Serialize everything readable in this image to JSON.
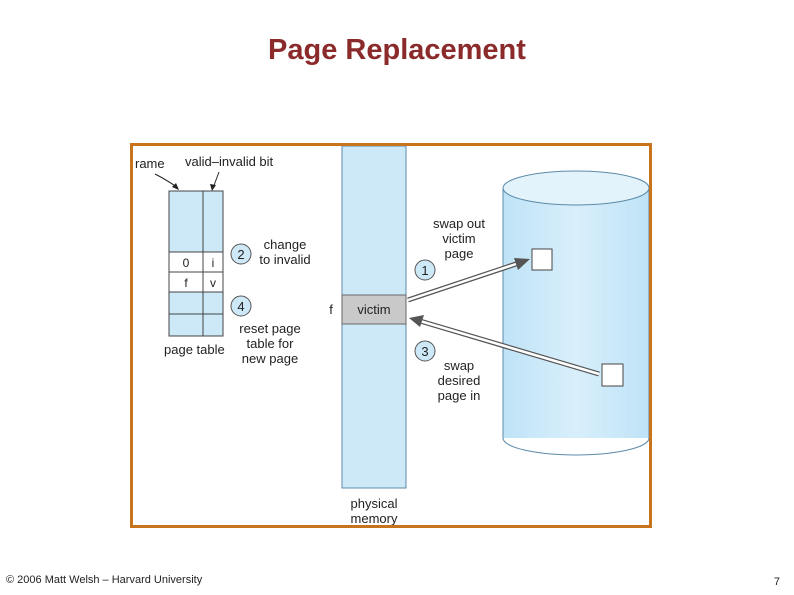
{
  "slide": {
    "title": "Page Replacement",
    "footer_left": "© 2006 Matt Welsh – Harvard University",
    "page_number": "7"
  },
  "diagram": {
    "labels": {
      "frame": "rame",
      "valid_invalid_bit": "valid–invalid bit",
      "page_table": "page table",
      "f_marker": "f",
      "victim": "victim",
      "physical": "physical",
      "memory": "memory"
    },
    "page_table_rows": [
      {
        "frame": "0",
        "bit": "i"
      },
      {
        "frame": "f",
        "bit": "v"
      }
    ],
    "steps": [
      {
        "num": "1",
        "lines": [
          "swap out",
          "victim",
          "page"
        ]
      },
      {
        "num": "2",
        "lines": [
          "change",
          "to invalid"
        ]
      },
      {
        "num": "3",
        "lines": [
          "swap",
          "desired",
          "page in"
        ]
      },
      {
        "num": "4",
        "lines": [
          "reset page",
          "table for",
          "new page"
        ]
      }
    ],
    "colors": {
      "accent_title": "#8b2a2a",
      "frame_border": "#c8741c",
      "memory_fill": "#cde9f8",
      "victim_fill": "#c9c9c9",
      "circle_fill": "#cde9f8"
    }
  }
}
